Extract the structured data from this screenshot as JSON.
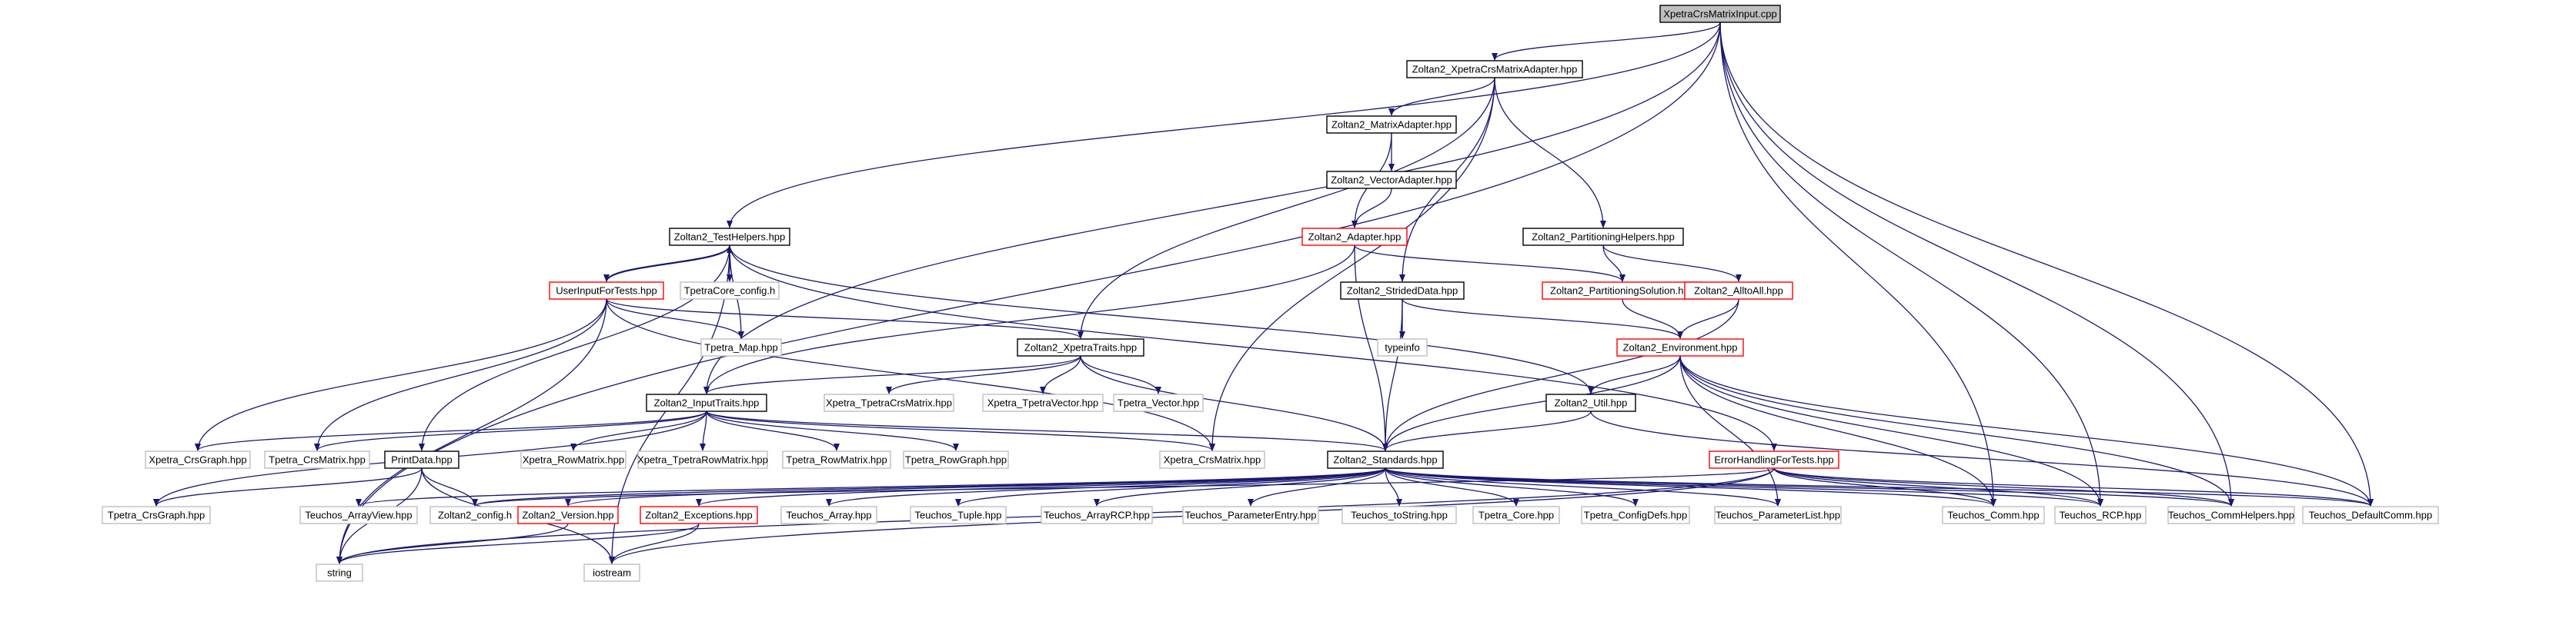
{
  "colors": {
    "edge": "#191970",
    "root_fill": "#bfbfbf",
    "normal_border": "#000000",
    "truncated_border": "#ff0000",
    "external_border": "#bfbfbf"
  },
  "nodes": [
    {
      "id": "root",
      "label": "XpetraCrsMatrixInput.cpp",
      "kind": "root"
    },
    {
      "id": "adapter_hpp",
      "label": "Zoltan2_XpetraCrsMatrixAdapter.hpp",
      "kind": "normal"
    },
    {
      "id": "testhelpers",
      "label": "Zoltan2_TestHelpers.hpp",
      "kind": "normal"
    },
    {
      "id": "matrixadapter",
      "label": "Zoltan2_MatrixAdapter.hpp",
      "kind": "normal"
    },
    {
      "id": "vectoradapter",
      "label": "Zoltan2_VectorAdapter.hpp",
      "kind": "normal"
    },
    {
      "id": "adapter",
      "label": "Zoltan2_Adapter.hpp",
      "kind": "truncated"
    },
    {
      "id": "parthelpers",
      "label": "Zoltan2_PartitioningHelpers.hpp",
      "kind": "normal"
    },
    {
      "id": "userinput",
      "label": "UserInputForTests.hpp",
      "kind": "truncated"
    },
    {
      "id": "tpetracore_config",
      "label": "TpetraCore_config.h",
      "kind": "external"
    },
    {
      "id": "strided",
      "label": "Zoltan2_StridedData.hpp",
      "kind": "normal"
    },
    {
      "id": "partsolution",
      "label": "Zoltan2_PartitioningSolution.hpp",
      "kind": "truncated"
    },
    {
      "id": "alltoall",
      "label": "Zoltan2_AlltoAll.hpp",
      "kind": "truncated"
    },
    {
      "id": "tpetra_map",
      "label": "Tpetra_Map.hpp",
      "kind": "external"
    },
    {
      "id": "typeinfo",
      "label": "typeinfo",
      "kind": "external"
    },
    {
      "id": "xpetratraits",
      "label": "Zoltan2_XpetraTraits.hpp",
      "kind": "normal"
    },
    {
      "id": "environment",
      "label": "Zoltan2_Environment.hpp",
      "kind": "truncated"
    },
    {
      "id": "inputtraits",
      "label": "Zoltan2_InputTraits.hpp",
      "kind": "normal"
    },
    {
      "id": "xp_tpetracrsmatrix",
      "label": "Xpetra_TpetraCrsMatrix.hpp",
      "kind": "external"
    },
    {
      "id": "xp_tpetravector",
      "label": "Xpetra_TpetraVector.hpp",
      "kind": "external"
    },
    {
      "id": "tpetra_vector",
      "label": "Tpetra_Vector.hpp",
      "kind": "external"
    },
    {
      "id": "util",
      "label": "Zoltan2_Util.hpp",
      "kind": "normal"
    },
    {
      "id": "xp_crsgraph",
      "label": "Xpetra_CrsGraph.hpp",
      "kind": "external"
    },
    {
      "id": "tp_crsmatrix",
      "label": "Tpetra_CrsMatrix.hpp",
      "kind": "external"
    },
    {
      "id": "printdata",
      "label": "PrintData.hpp",
      "kind": "normal"
    },
    {
      "id": "xp_rowmatrix",
      "label": "Xpetra_RowMatrix.hpp",
      "kind": "external"
    },
    {
      "id": "xp_tpetrarowmatrix",
      "label": "Xpetra_TpetraRowMatrix.hpp",
      "kind": "external"
    },
    {
      "id": "tp_rowmatrix",
      "label": "Tpetra_RowMatrix.hpp",
      "kind": "external"
    },
    {
      "id": "tp_rowgraph",
      "label": "Tpetra_RowGraph.hpp",
      "kind": "external"
    },
    {
      "id": "xp_crsmatrix",
      "label": "Xpetra_CrsMatrix.hpp",
      "kind": "external"
    },
    {
      "id": "standards",
      "label": "Zoltan2_Standards.hpp",
      "kind": "normal"
    },
    {
      "id": "errorhandling",
      "label": "ErrorHandlingForTests.hpp",
      "kind": "truncated"
    },
    {
      "id": "tp_crsgraph",
      "label": "Tpetra_CrsGraph.hpp",
      "kind": "external"
    },
    {
      "id": "te_arrayview",
      "label": "Teuchos_ArrayView.hpp",
      "kind": "external"
    },
    {
      "id": "z2_config",
      "label": "Zoltan2_config.h",
      "kind": "external"
    },
    {
      "id": "z2_version",
      "label": "Zoltan2_Version.hpp",
      "kind": "truncated"
    },
    {
      "id": "z2_exceptions",
      "label": "Zoltan2_Exceptions.hpp",
      "kind": "truncated"
    },
    {
      "id": "te_array",
      "label": "Teuchos_Array.hpp",
      "kind": "external"
    },
    {
      "id": "te_tuple",
      "label": "Teuchos_Tuple.hpp",
      "kind": "external"
    },
    {
      "id": "te_arrayrcp",
      "label": "Teuchos_ArrayRCP.hpp",
      "kind": "external"
    },
    {
      "id": "te_paramentry",
      "label": "Teuchos_ParameterEntry.hpp",
      "kind": "external"
    },
    {
      "id": "te_tostring",
      "label": "Teuchos_toString.hpp",
      "kind": "external"
    },
    {
      "id": "tp_core",
      "label": "Tpetra_Core.hpp",
      "kind": "external"
    },
    {
      "id": "tp_configdefs",
      "label": "Tpetra_ConfigDefs.hpp",
      "kind": "external"
    },
    {
      "id": "te_paramlist",
      "label": "Teuchos_ParameterList.hpp",
      "kind": "external"
    },
    {
      "id": "te_comm",
      "label": "Teuchos_Comm.hpp",
      "kind": "external"
    },
    {
      "id": "te_rcp",
      "label": "Teuchos_RCP.hpp",
      "kind": "external"
    },
    {
      "id": "te_commhelpers",
      "label": "Teuchos_CommHelpers.hpp",
      "kind": "external"
    },
    {
      "id": "te_defaultcomm",
      "label": "Teuchos_DefaultComm.hpp",
      "kind": "external"
    },
    {
      "id": "string",
      "label": "string",
      "kind": "external"
    },
    {
      "id": "iostream",
      "label": "iostream",
      "kind": "external"
    }
  ],
  "edges": [
    [
      "root",
      "adapter_hpp"
    ],
    [
      "root",
      "testhelpers"
    ],
    [
      "root",
      "inputtraits"
    ],
    [
      "root",
      "string"
    ],
    [
      "root",
      "te_comm"
    ],
    [
      "root",
      "te_rcp"
    ],
    [
      "root",
      "te_commhelpers"
    ],
    [
      "root",
      "te_defaultcomm"
    ],
    [
      "adapter_hpp",
      "matrixadapter"
    ],
    [
      "adapter_hpp",
      "parthelpers"
    ],
    [
      "adapter_hpp",
      "strided"
    ],
    [
      "adapter_hpp",
      "xpetratraits"
    ],
    [
      "adapter_hpp",
      "xp_crsmatrix"
    ],
    [
      "matrixadapter",
      "vectoradapter"
    ],
    [
      "matrixadapter",
      "adapter"
    ],
    [
      "vectoradapter",
      "adapter"
    ],
    [
      "adapter",
      "inputtraits"
    ],
    [
      "adapter",
      "partsolution"
    ],
    [
      "adapter",
      "standards"
    ],
    [
      "parthelpers",
      "partsolution"
    ],
    [
      "parthelpers",
      "alltoall"
    ],
    [
      "partsolution",
      "environment"
    ],
    [
      "alltoall",
      "environment"
    ],
    [
      "alltoall",
      "standards"
    ],
    [
      "strided",
      "typeinfo"
    ],
    [
      "strided",
      "standards"
    ],
    [
      "strided",
      "environment"
    ],
    [
      "testhelpers",
      "userinput"
    ],
    [
      "testhelpers",
      "tpetracore_config"
    ],
    [
      "testhelpers",
      "tpetra_map"
    ],
    [
      "testhelpers",
      "printdata"
    ],
    [
      "testhelpers",
      "util"
    ],
    [
      "testhelpers",
      "errorhandling"
    ],
    [
      "testhelpers",
      "iostream"
    ],
    [
      "userinput",
      "testhelpers"
    ],
    [
      "userinput",
      "tpetra_map"
    ],
    [
      "userinput",
      "xpetratraits"
    ],
    [
      "userinput",
      "xp_crsgraph"
    ],
    [
      "userinput",
      "tp_crsmatrix"
    ],
    [
      "userinput",
      "xp_crsmatrix"
    ],
    [
      "userinput",
      "string"
    ],
    [
      "xpetratraits",
      "inputtraits"
    ],
    [
      "xpetratraits",
      "xp_tpetracrsmatrix"
    ],
    [
      "xpetratraits",
      "xp_tpetravector"
    ],
    [
      "xpetratraits",
      "tpetra_vector"
    ],
    [
      "xpetratraits",
      "standards"
    ],
    [
      "inputtraits",
      "xp_crsgraph"
    ],
    [
      "inputtraits",
      "tp_crsmatrix"
    ],
    [
      "inputtraits",
      "xp_rowmatrix"
    ],
    [
      "inputtraits",
      "xp_tpetrarowmatrix"
    ],
    [
      "inputtraits",
      "tp_rowmatrix"
    ],
    [
      "inputtraits",
      "tp_rowgraph"
    ],
    [
      "inputtraits",
      "xp_crsmatrix"
    ],
    [
      "inputtraits",
      "tp_crsgraph"
    ],
    [
      "inputtraits",
      "standards"
    ],
    [
      "environment",
      "util"
    ],
    [
      "environment",
      "standards"
    ],
    [
      "environment",
      "te_paramlist"
    ],
    [
      "environment",
      "te_comm"
    ],
    [
      "environment",
      "te_rcp"
    ],
    [
      "environment",
      "te_commhelpers"
    ],
    [
      "environment",
      "te_defaultcomm"
    ],
    [
      "util",
      "standards"
    ],
    [
      "util",
      "te_defaultcomm"
    ],
    [
      "printdata",
      "tp_crsgraph"
    ],
    [
      "printdata",
      "z2_config"
    ],
    [
      "printdata",
      "string"
    ],
    [
      "printdata",
      "iostream"
    ],
    [
      "errorhandling",
      "z2_config"
    ],
    [
      "errorhandling",
      "te_comm"
    ],
    [
      "errorhandling",
      "te_rcp"
    ],
    [
      "errorhandling",
      "te_commhelpers"
    ],
    [
      "errorhandling",
      "te_defaultcomm"
    ],
    [
      "errorhandling",
      "string"
    ],
    [
      "errorhandling",
      "iostream"
    ],
    [
      "standards",
      "te_arrayview"
    ],
    [
      "standards",
      "z2_config"
    ],
    [
      "standards",
      "z2_version"
    ],
    [
      "standards",
      "z2_exceptions"
    ],
    [
      "standards",
      "te_array"
    ],
    [
      "standards",
      "te_tuple"
    ],
    [
      "standards",
      "te_arrayrcp"
    ],
    [
      "standards",
      "te_paramentry"
    ],
    [
      "standards",
      "te_tostring"
    ],
    [
      "standards",
      "tp_core"
    ],
    [
      "standards",
      "tp_configdefs"
    ],
    [
      "standards",
      "te_paramlist"
    ],
    [
      "standards",
      "te_comm"
    ],
    [
      "standards",
      "te_rcp"
    ],
    [
      "standards",
      "te_commhelpers"
    ],
    [
      "standards",
      "te_defaultcomm"
    ],
    [
      "z2_version",
      "string"
    ],
    [
      "z2_exceptions",
      "string"
    ],
    [
      "z2_exceptions",
      "iostream"
    ]
  ]
}
